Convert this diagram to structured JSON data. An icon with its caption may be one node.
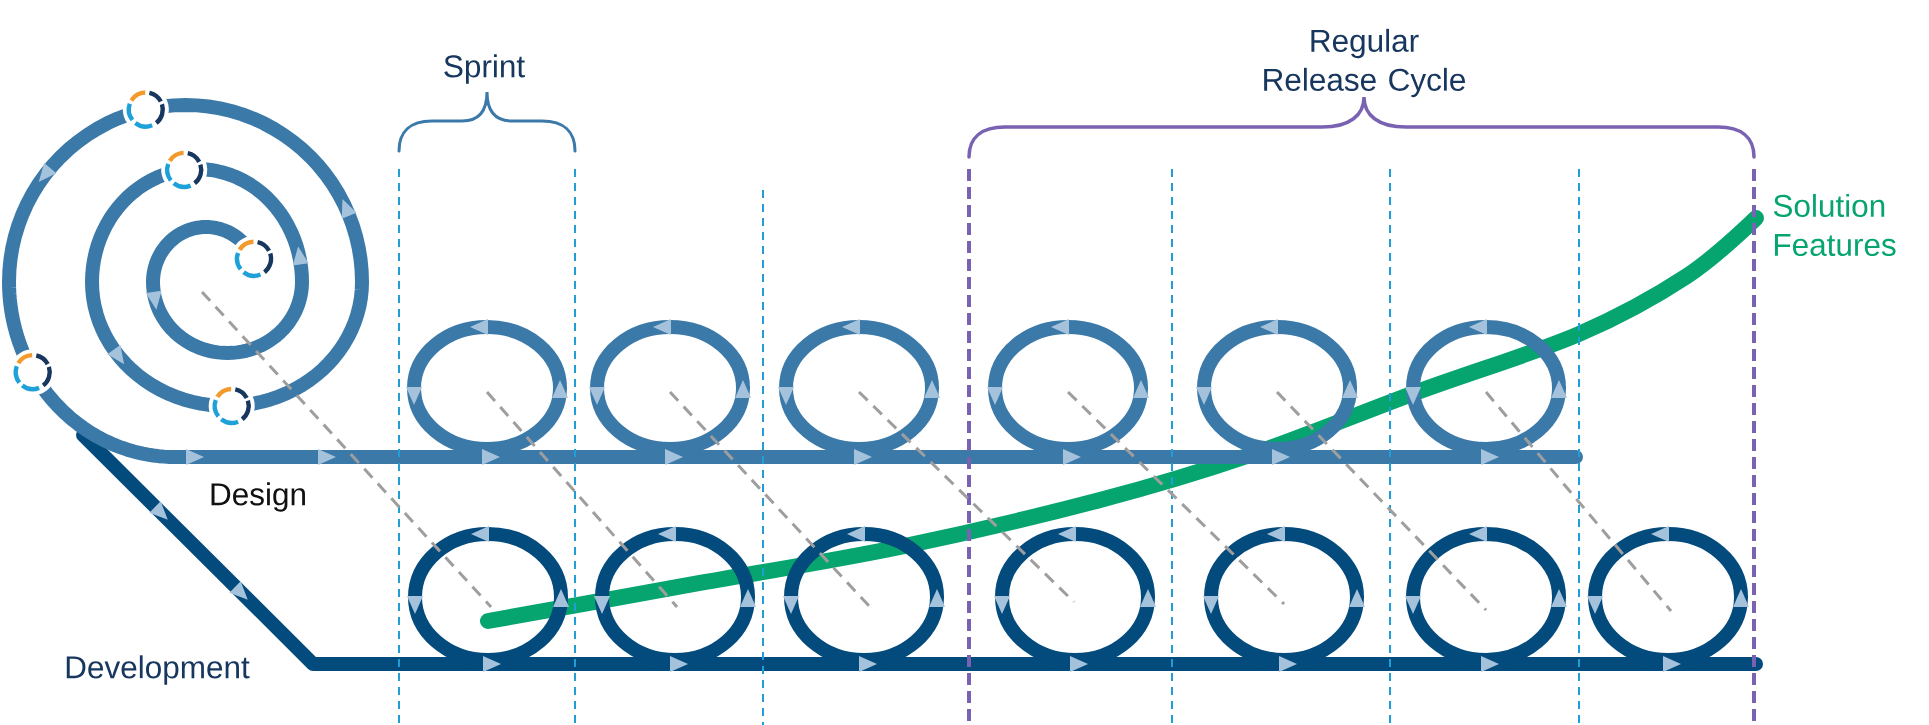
{
  "diagram": {
    "labels": [
      "Sprint",
      "Regular Release Cycle",
      "Solution Features",
      "Design",
      "Development"
    ]
  }
}
